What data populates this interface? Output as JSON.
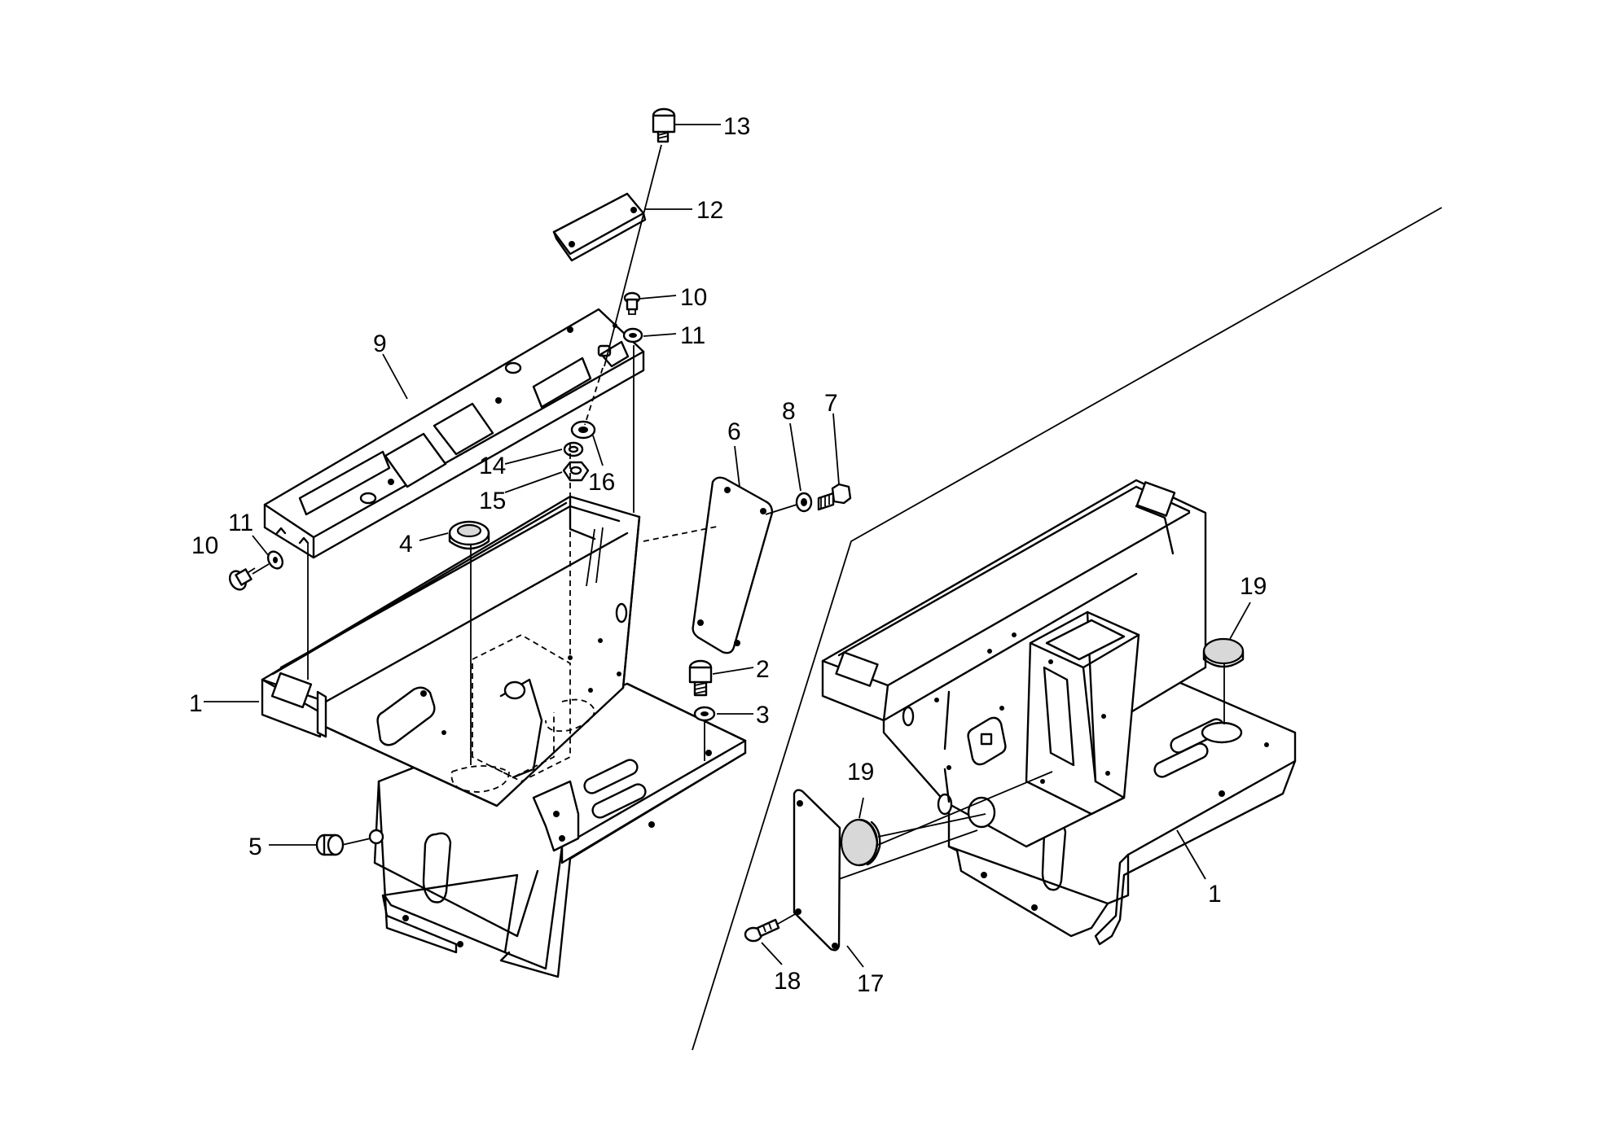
{
  "callouts": {
    "c1_left": "1",
    "c1_right": "1",
    "c2": "2",
    "c3": "3",
    "c4": "4",
    "c5": "5",
    "c6": "6",
    "c7": "7",
    "c8": "8",
    "c9": "9",
    "c10_top": "10",
    "c10_left": "10",
    "c11_top": "11",
    "c11_left": "11",
    "c12": "12",
    "c13": "13",
    "c14": "14",
    "c15": "15",
    "c16": "16",
    "c17": "17",
    "c18": "18",
    "c19_upper": "19",
    "c19_lower": "19"
  }
}
